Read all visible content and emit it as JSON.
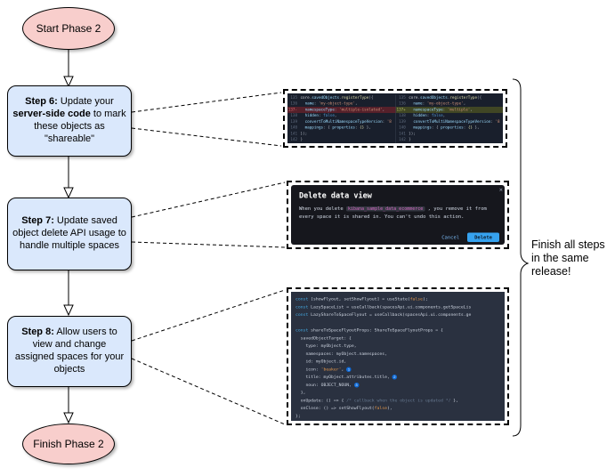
{
  "flowchart": {
    "start_label": "Start Phase 2",
    "finish_label": "Finish Phase 2",
    "steps": [
      {
        "parts": [
          [
            "b",
            "Step 6:"
          ],
          [
            "n",
            " Update your "
          ],
          [
            "b",
            "server-side code"
          ],
          [
            "n",
            " to mark these objects as \"shareable\""
          ]
        ]
      },
      {
        "parts": [
          [
            "b",
            "Step 7:"
          ],
          [
            "n",
            " Update saved object delete API usage to handle multiple spaces"
          ]
        ]
      },
      {
        "parts": [
          [
            "b",
            "Step 8:"
          ],
          [
            "n",
            " Allow users to view and change assigned spaces for your objects"
          ]
        ]
      }
    ],
    "note": "Finish all steps in the same release!"
  },
  "colors": {
    "terminal_fill": "#f8cecc",
    "step_fill": "#dae8fc",
    "diff_removed_bg": "#55202a",
    "diff_added_bg": "#404624",
    "modal_accent": "#36a2ef"
  },
  "screens": {
    "diff": {
      "left": [
        {
          "n": "135",
          "t": [
            [
              "d",
              "core"
            ],
            [
              "p",
              "."
            ],
            [
              "b",
              "savedObjects"
            ],
            [
              "p",
              "."
            ],
            [
              "y",
              "registerType"
            ],
            [
              "p",
              "({"
            ]
          ]
        },
        {
          "n": "136",
          "t": [
            [
              "d",
              "  "
            ],
            [
              "b",
              "name"
            ],
            [
              "p",
              ": "
            ],
            [
              "s",
              "'my-object-type'"
            ],
            [
              "p",
              ","
            ]
          ]
        },
        {
          "n": "137-",
          "hl": "del",
          "t": [
            [
              "d",
              "  "
            ],
            [
              "b",
              "namespaceType"
            ],
            [
              "p",
              ": "
            ],
            [
              "s",
              "'multiple-isolated'"
            ],
            [
              "p",
              ","
            ]
          ]
        },
        {
          "n": "138",
          "t": [
            [
              "d",
              "  "
            ],
            [
              "b",
              "hidden"
            ],
            [
              "p",
              ": "
            ],
            [
              "k",
              "false"
            ],
            [
              "p",
              ","
            ]
          ]
        },
        {
          "n": "139",
          "t": [
            [
              "d",
              "  "
            ],
            [
              "b",
              "convertToMultiNamespaceTypeVersion"
            ],
            [
              "p",
              ": "
            ],
            [
              "s",
              "'8"
            ]
          ]
        },
        {
          "n": "140",
          "t": [
            [
              "d",
              "  "
            ],
            [
              "b",
              "mappings"
            ],
            [
              "p",
              ": { "
            ],
            [
              "b",
              "properties"
            ],
            [
              "p",
              ": "
            ],
            [
              "y",
              "{}"
            ],
            [
              "p",
              " },"
            ]
          ]
        },
        {
          "n": "141",
          "t": [
            [
              "p",
              "});"
            ]
          ]
        },
        {
          "n": "142",
          "t": [
            [
              "p",
              "}"
            ]
          ]
        }
      ],
      "right": [
        {
          "n": "135",
          "t": [
            [
              "d",
              "core"
            ],
            [
              "p",
              "."
            ],
            [
              "b",
              "savedObjects"
            ],
            [
              "p",
              "."
            ],
            [
              "y",
              "registerType"
            ],
            [
              "p",
              "({"
            ]
          ]
        },
        {
          "n": "136",
          "t": [
            [
              "d",
              "  "
            ],
            [
              "b",
              "name"
            ],
            [
              "p",
              ": "
            ],
            [
              "s",
              "'my-object-type'"
            ],
            [
              "p",
              ","
            ]
          ]
        },
        {
          "n": "137+",
          "hl": "add",
          "t": [
            [
              "d",
              "  "
            ],
            [
              "b",
              "namespaceType"
            ],
            [
              "p",
              ": "
            ],
            [
              "s",
              "'multiple'"
            ],
            [
              "p",
              ","
            ]
          ]
        },
        {
          "n": "138",
          "t": [
            [
              "d",
              "  "
            ],
            [
              "b",
              "hidden"
            ],
            [
              "p",
              ": "
            ],
            [
              "k",
              "false"
            ],
            [
              "p",
              ","
            ]
          ]
        },
        {
          "n": "139",
          "t": [
            [
              "d",
              "  "
            ],
            [
              "b",
              "convertToMultiNamespaceTypeVersion"
            ],
            [
              "p",
              ": "
            ],
            [
              "s",
              "'8"
            ]
          ]
        },
        {
          "n": "140",
          "t": [
            [
              "d",
              "  "
            ],
            [
              "b",
              "mappings"
            ],
            [
              "p",
              ": { "
            ],
            [
              "b",
              "properties"
            ],
            [
              "p",
              ": "
            ],
            [
              "y",
              "{}"
            ],
            [
              "p",
              " },"
            ]
          ]
        },
        {
          "n": "141",
          "t": [
            [
              "p",
              "});"
            ]
          ]
        },
        {
          "n": "142",
          "t": [
            [
              "p",
              "}"
            ]
          ]
        }
      ]
    },
    "modal": {
      "title": "Delete data view",
      "close_icon": "×",
      "body_pre": "When you delete ",
      "code": "kibana_sample_data_ecommerce",
      "body_post": " , you remove it from every space it is shared in. You can't undo this action.",
      "cancel_label": "Cancel",
      "delete_label": "Delete"
    },
    "flyout": {
      "lines": [
        {
          "t": [
            [
              "k",
              "const"
            ],
            [
              "d",
              " [showFlyout, setShowFlyout] = useState("
            ],
            [
              "o",
              "false"
            ],
            [
              "d",
              ");"
            ]
          ]
        },
        {
          "t": [
            [
              "k",
              "const"
            ],
            [
              "d",
              " LazySpaceList = useCallback(spacesApi.ui.components.getSpaceLis"
            ]
          ]
        },
        {
          "t": [
            [
              "k",
              "const"
            ],
            [
              "d",
              " LazyShareToSpaceFlyout = useCallback(spacesApi.ui.components.ge"
            ]
          ]
        },
        {
          "t": []
        },
        {
          "t": [
            [
              "k",
              "const"
            ],
            [
              "d",
              " shareToSpaceFlyoutProps: ShareToSpaceFlyoutProps = {"
            ]
          ]
        },
        {
          "t": [
            [
              "d",
              "  savedObjectTarget: {"
            ]
          ]
        },
        {
          "t": [
            [
              "d",
              "    type: myObject.type,"
            ]
          ]
        },
        {
          "t": [
            [
              "d",
              "    namespaces: myObject.namespaces,"
            ]
          ]
        },
        {
          "t": [
            [
              "d",
              "    id: myObject.id,"
            ]
          ]
        },
        {
          "t": [
            [
              "d",
              "    icon: "
            ],
            [
              "s",
              "'beaker'"
            ],
            [
              "d",
              ", "
            ],
            [
              "badge",
              "1"
            ]
          ]
        },
        {
          "t": [
            [
              "d",
              "    title: myObject.attributes.title, "
            ],
            [
              "badge",
              "2"
            ]
          ]
        },
        {
          "t": [
            [
              "d",
              "    noun: OBJECT_NOUN, "
            ],
            [
              "badge",
              "3"
            ]
          ]
        },
        {
          "t": [
            [
              "d",
              "  },"
            ]
          ]
        },
        {
          "t": [
            [
              "d",
              "  onUpdate: () => { "
            ],
            [
              "c",
              "/* callback when the object is updated */"
            ],
            [
              "d",
              " },"
            ]
          ]
        },
        {
          "t": [
            [
              "d",
              "  onClose: () => setShowFlyout("
            ],
            [
              "o",
              "false"
            ],
            [
              "d",
              "),"
            ]
          ]
        },
        {
          "t": [
            [
              "d",
              "};"
            ]
          ]
        }
      ]
    }
  }
}
